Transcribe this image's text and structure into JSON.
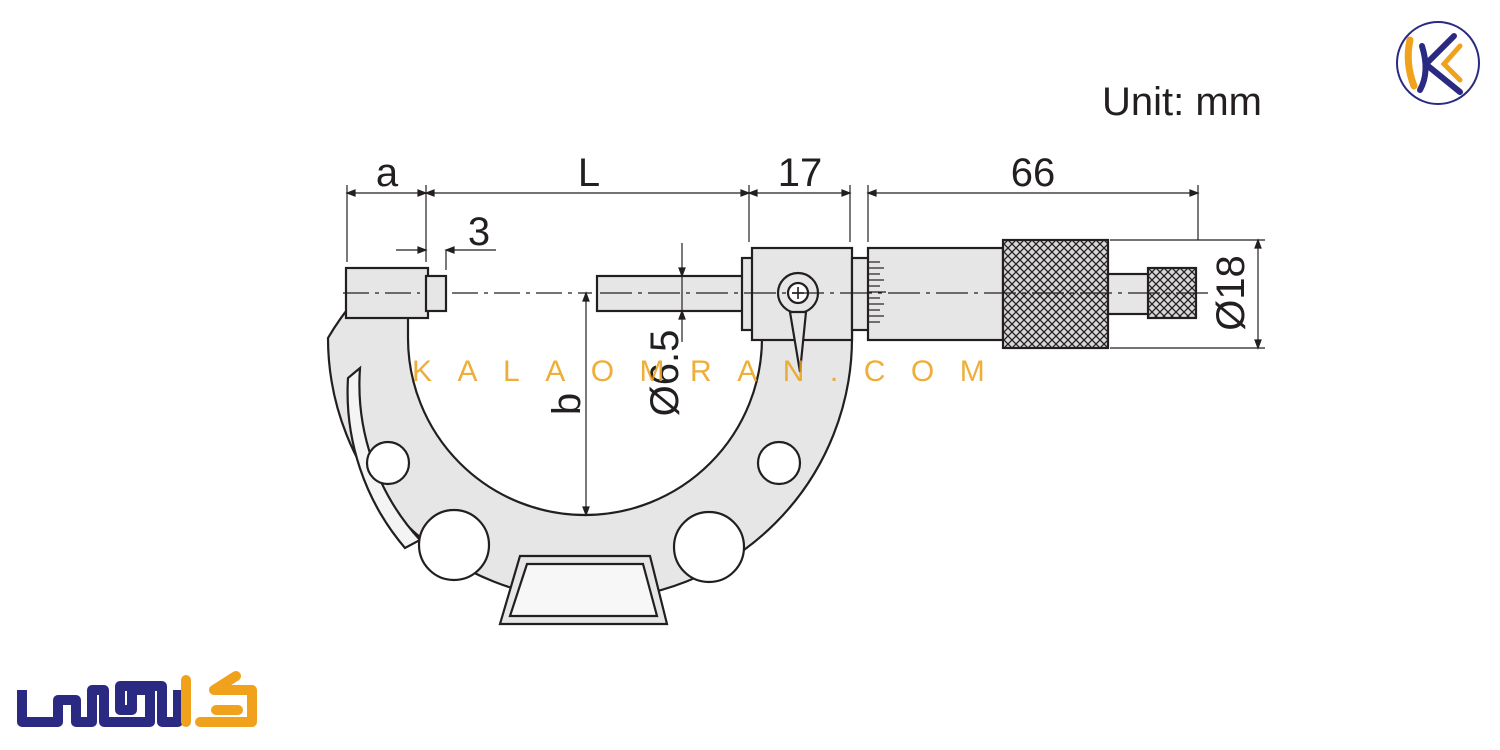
{
  "unit_label": "Unit: mm",
  "dimensions": {
    "a": "a",
    "L": "L",
    "three": "3",
    "seventeen": "17",
    "sixty_six": "66",
    "b": "b",
    "spindle_diameter": "Ø6.5",
    "thimble_diameter": "Ø18"
  },
  "watermark": "KALAOMRAN.COM",
  "logo": {
    "corner_mark": "K",
    "wordmark": "کالاعمران"
  },
  "colors": {
    "line": "#231f20",
    "frame_fill": "#e6e6e6",
    "watermark": "#eca018",
    "logo_blue": "#2b2a83",
    "logo_orange": "#f0a21c"
  }
}
